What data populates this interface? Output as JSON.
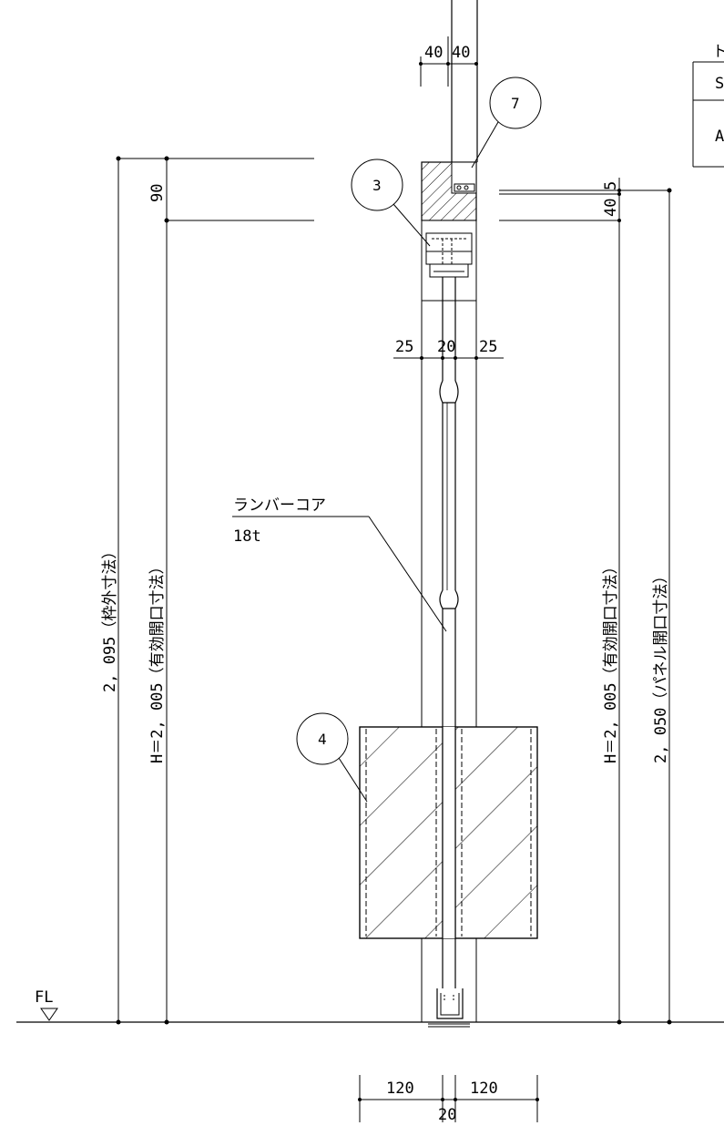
{
  "top_dims": {
    "left": "40",
    "right": "40"
  },
  "table_fragment": {
    "row1": "S",
    "row2": "A",
    "header": "ト"
  },
  "callouts": {
    "c3": "3",
    "c4": "4",
    "c7": "7"
  },
  "frame_dims": {
    "top_height": "90",
    "head_5": "5",
    "head_40": "40"
  },
  "slot_dims": {
    "left": "25",
    "center": "20",
    "right": "25"
  },
  "material_label": {
    "name": "ランバーコア",
    "thickness": "18t"
  },
  "vertical_dims": {
    "outer_frame": "2, 095（枠外寸法）",
    "effective_left": "H＝2, 005（有効開口寸法）",
    "effective_right": "H＝2, 005（有効開口寸法）",
    "panel_opening": "2, 050（パネル開口寸法）"
  },
  "floor_label": "FL",
  "bottom_dims": {
    "left": "120",
    "right": "120",
    "center": "20"
  }
}
